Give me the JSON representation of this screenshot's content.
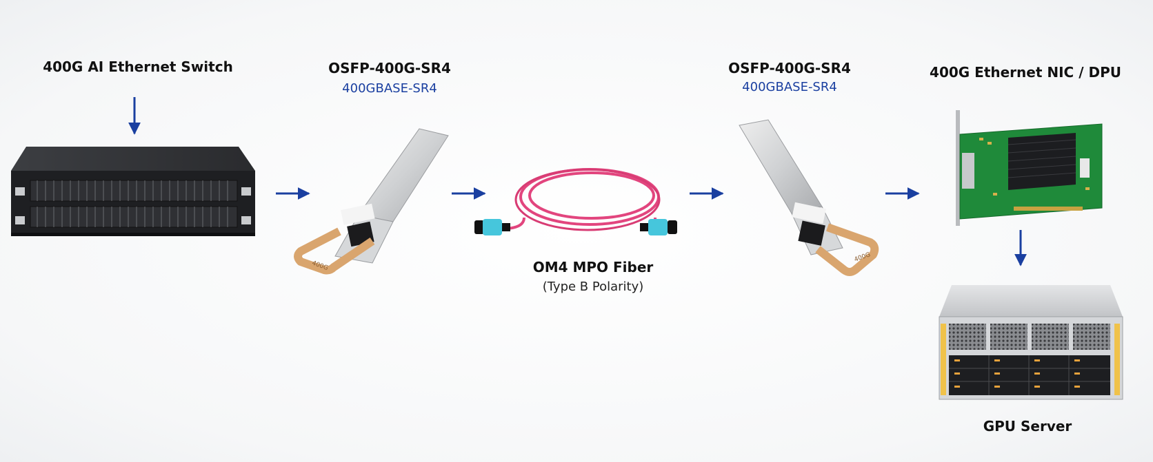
{
  "labels": {
    "switch": "400G AI Ethernet Switch",
    "module_left_title": "OSFP-400G-SR4",
    "module_left_sub": "400GBASE-SR4",
    "module_right_title": "OSFP-400G-SR4",
    "module_right_sub": "400GBASE-SR4",
    "nic": "400G Ethernet NIC / DPU",
    "fiber_title": "OM4 MPO Fiber",
    "fiber_sub": "(Type B Polarity)",
    "server": "GPU Server",
    "module_latch": "400G"
  },
  "colors": {
    "arrow": "#1a3fa0",
    "fiber": "#e2457e",
    "connector": "#46c6dc",
    "latch": "#d9a56e",
    "pcb": "#1f8a3a"
  }
}
